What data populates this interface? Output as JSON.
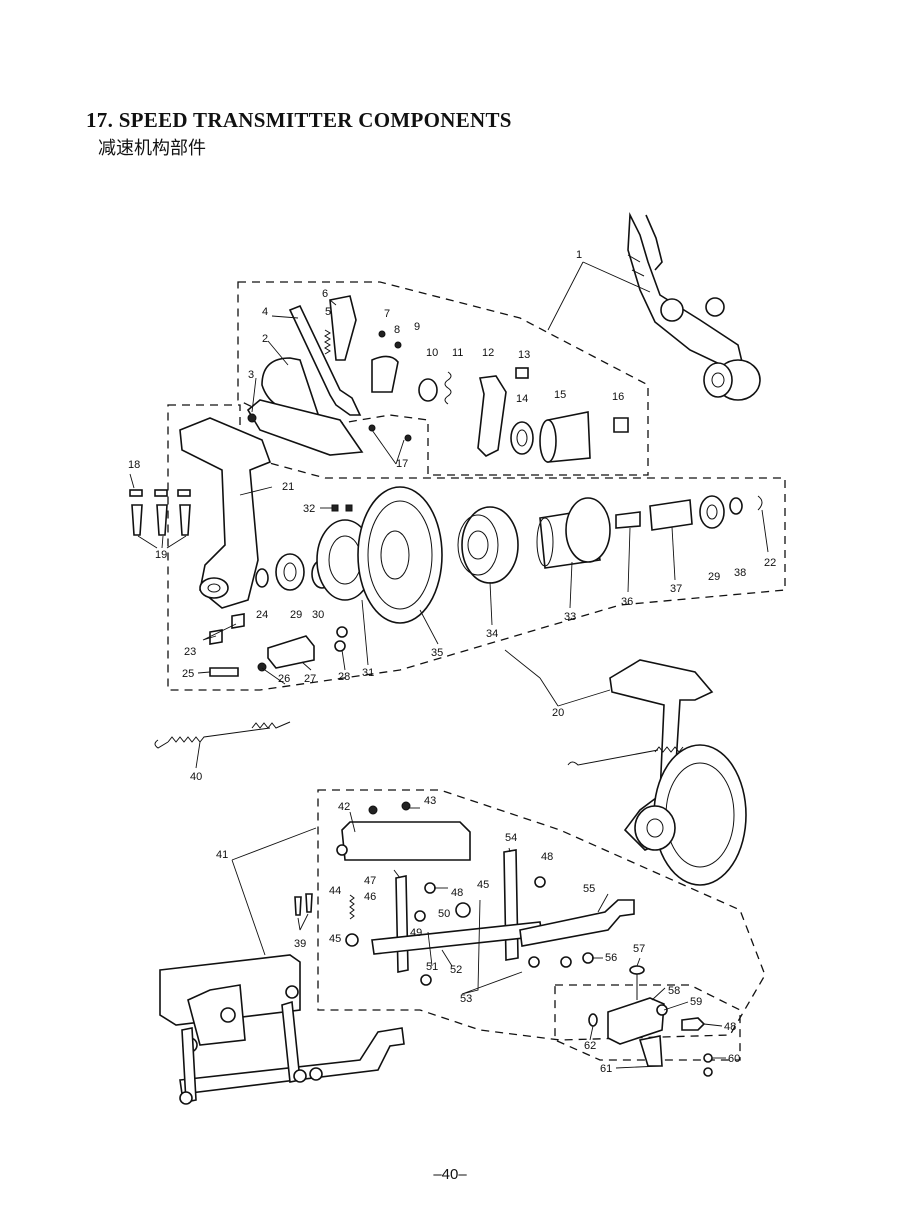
{
  "header": {
    "title": "17. SPEED TRANSMITTER COMPONENTS",
    "subtitle": "减速机构部件"
  },
  "footer": {
    "page_number": "–40–"
  },
  "callouts": [
    "1",
    "2",
    "3",
    "4",
    "5",
    "6",
    "7",
    "8",
    "9",
    "10",
    "11",
    "12",
    "13",
    "14",
    "15",
    "16",
    "17",
    "18",
    "19",
    "20",
    "21",
    "22",
    "23",
    "24",
    "25",
    "26",
    "27",
    "28",
    "29",
    "30",
    "31",
    "32",
    "33",
    "34",
    "35",
    "36",
    "37",
    "29",
    "38",
    "39",
    "40",
    "41",
    "42",
    "43",
    "44",
    "45",
    "46",
    "47",
    "48",
    "48",
    "49",
    "50",
    "51",
    "52",
    "53",
    "54",
    "55",
    "56",
    "57",
    "58",
    "59",
    "48",
    "60",
    "61",
    "62",
    "45"
  ]
}
